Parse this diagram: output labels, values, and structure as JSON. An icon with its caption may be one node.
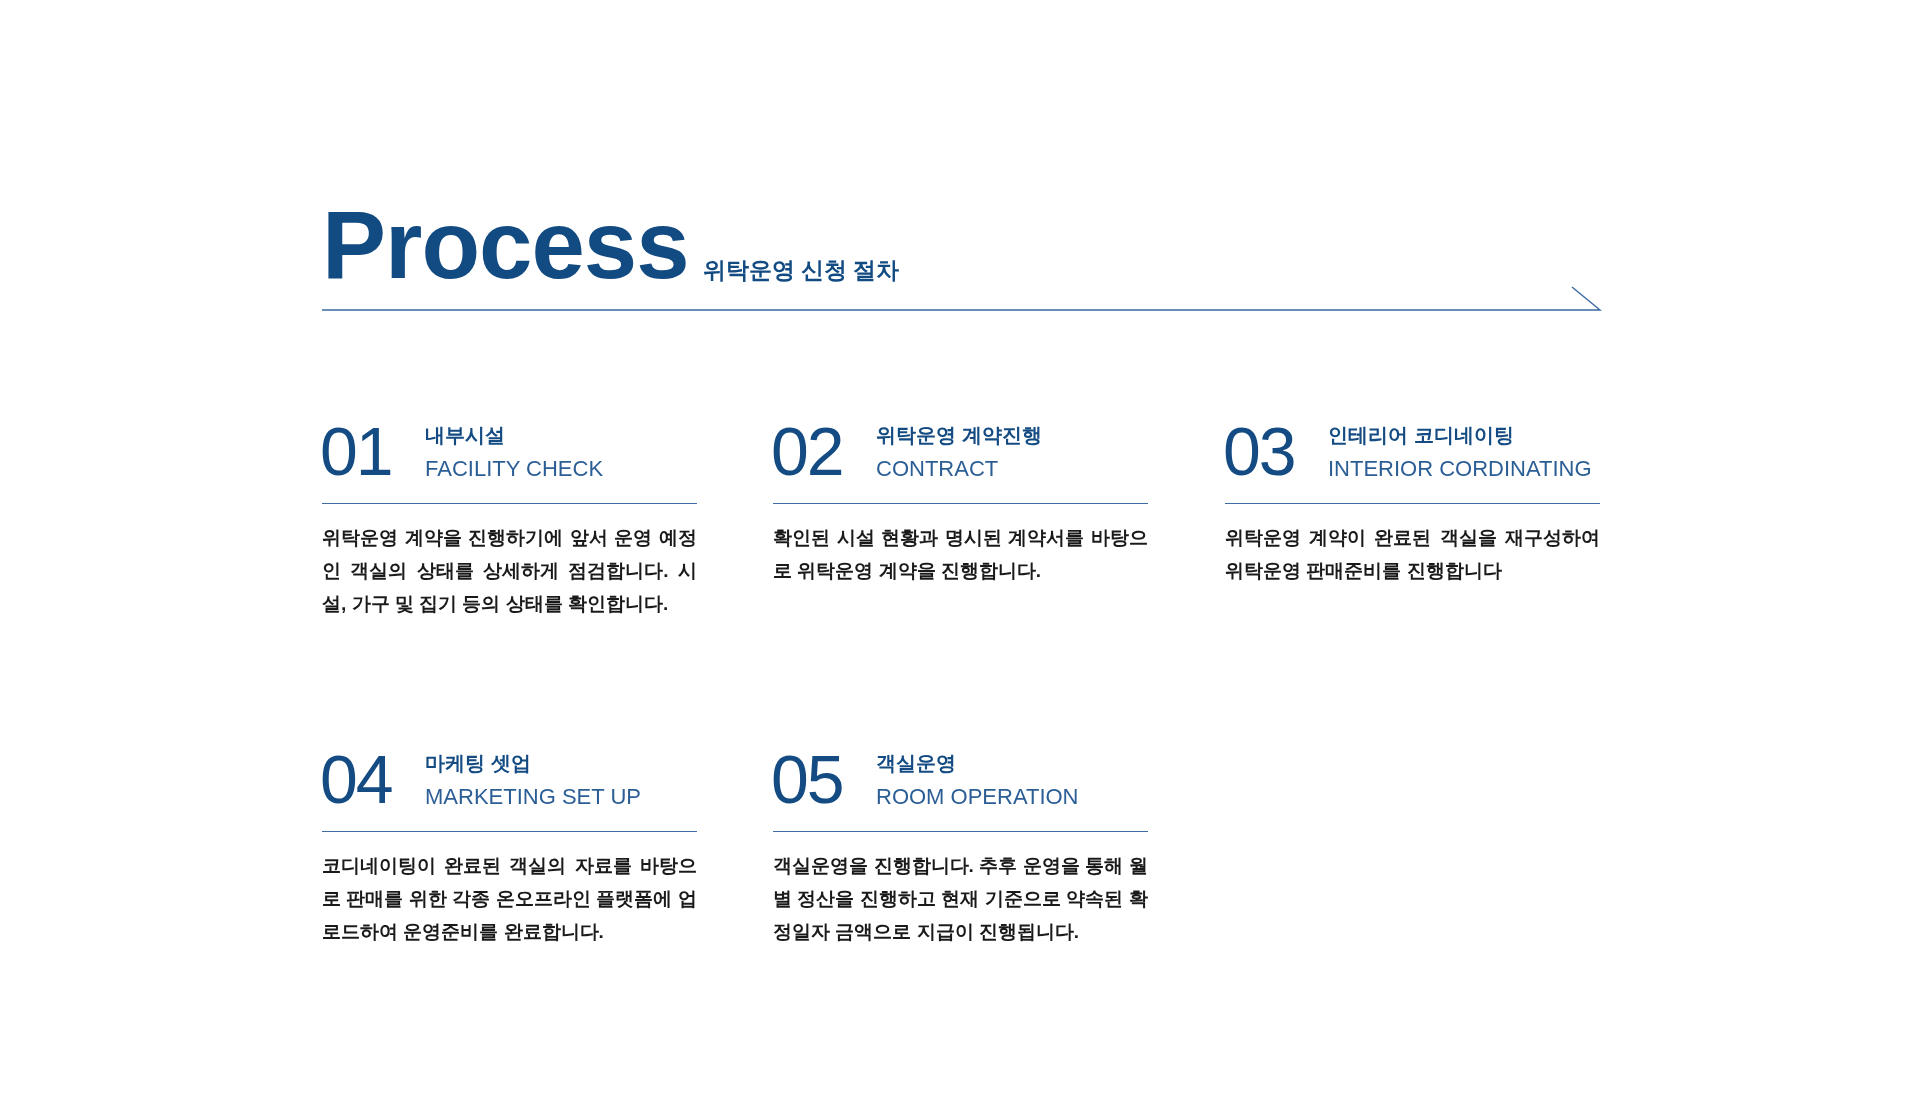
{
  "diagram": {
    "title": "Process",
    "labels": [
      "위탁운영 신청 절차",
      "01",
      "내부시설",
      "FACILITY CHECK",
      "위탁운영 계약을 진행하기에 앞서 운영 예정인 객실의 상태를 상세하게 점검합니다. 시설, 가구 및 집기 등의 상태를 확인합니다.",
      "02",
      "위탁운영 계약진행",
      "CONTRACT",
      "확인된 시설 현황과 명시된 계약서를 바탕으로 위탁운영 계약을 진행합니다.",
      "03",
      "인테리어 코디네이팅",
      "INTERIOR CORDINATING",
      "위탁운영 계약이 완료된 객실을 재구성하여 위탁운영 판매준비를 진행합니다",
      "04",
      "마케팅 셋업",
      "MARKETING SET UP",
      "코디네이팅이 완료된 객실의 자료를 바탕으로 판매를 위한 각종 온오프라인 플랫폼에 업로드하여 운영준비를 완료합니다.",
      "05",
      "객실운영",
      "ROOM OPERATION",
      "객실운영을 진행합니다. 추후 운영을 통해 월별 정산을 진행하고 현재 기준으로 약속된 확정일자 금액으로 지급이 진행됩니다."
    ]
  }
}
